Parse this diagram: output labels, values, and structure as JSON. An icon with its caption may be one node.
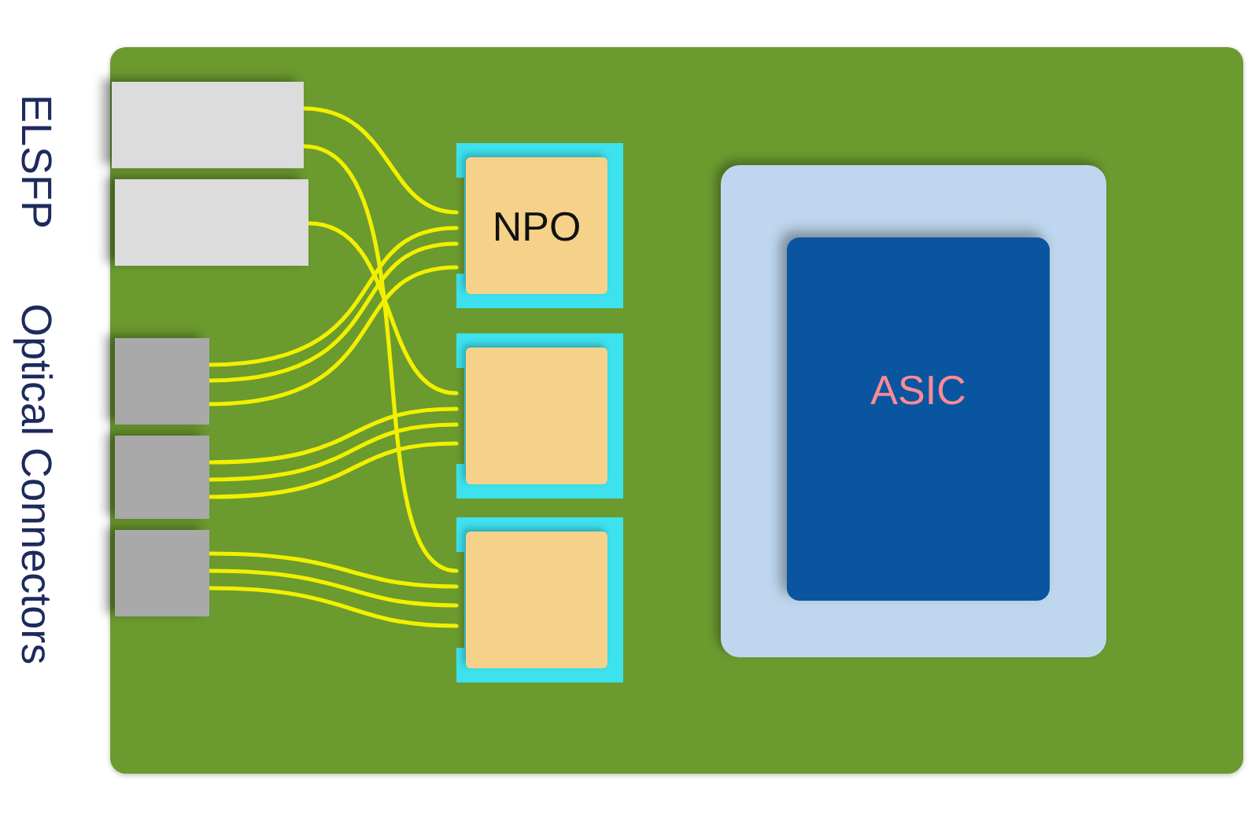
{
  "diagram": {
    "nodes": [
      {
        "text": [],
        "shape": "box"
      },
      {
        "text": [],
        "shape": "box",
        "in": 0
      },
      {
        "text": [],
        "shape": "box",
        "in": 0
      },
      {
        "text": [],
        "shape": "box",
        "in": 0
      },
      {
        "text": [],
        "shape": "box",
        "in": 0
      },
      {
        "text": [],
        "shape": "box",
        "in": 0
      },
      {
        "text": [
          "NPO"
        ],
        "in": 0
      },
      {
        "text": [],
        "shape": "box",
        "in": 0
      },
      {
        "text": [],
        "shape": "box",
        "in": 0
      },
      {
        "text": [],
        "shape": "box",
        "in": 0
      },
      {
        "text": [
          "ASIC"
        ],
        "in": 9
      }
    ],
    "edges": [
      {
        "from": 1,
        "to": 6,
        "arrow": "none"
      },
      {
        "from": 1,
        "to": 8,
        "arrow": "none"
      },
      {
        "from": 2,
        "to": 7,
        "arrow": "none"
      },
      {
        "from": 3,
        "to": 6,
        "arrow": "none"
      },
      {
        "from": 3,
        "to": 6,
        "arrow": "none"
      },
      {
        "from": 3,
        "to": 6,
        "arrow": "none"
      },
      {
        "from": 4,
        "to": 7,
        "arrow": "none"
      },
      {
        "from": 4,
        "to": 7,
        "arrow": "none"
      },
      {
        "from": 4,
        "to": 7,
        "arrow": "none"
      },
      {
        "from": 5,
        "to": 8,
        "arrow": "none"
      },
      {
        "from": 5,
        "to": 8,
        "arrow": "none"
      },
      {
        "from": 5,
        "to": 8,
        "arrow": "none"
      }
    ],
    "labels": [
      "ELSFP",
      "Optical Connectors"
    ]
  }
}
